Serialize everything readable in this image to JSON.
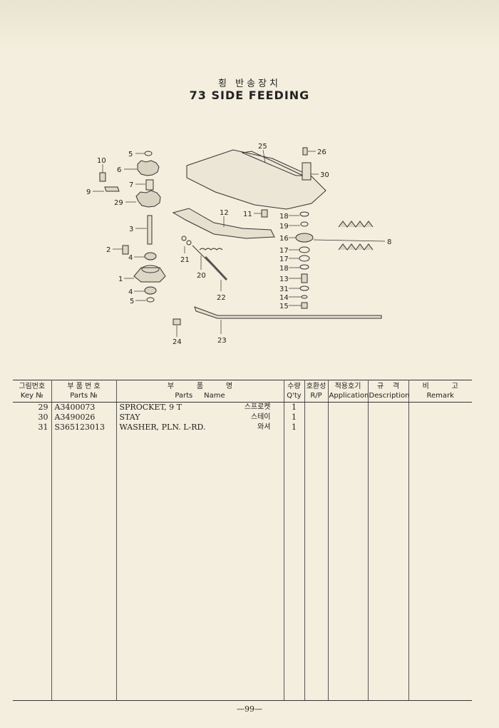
{
  "title": {
    "korean": "횡 반송장치",
    "english": "73 SIDE FEEDING"
  },
  "diagram": {
    "callouts": [
      "5",
      "6",
      "7",
      "9",
      "10",
      "29",
      "3",
      "2",
      "4",
      "1",
      "4",
      "5",
      "25",
      "26",
      "30",
      "12",
      "11",
      "18",
      "19",
      "16",
      "8",
      "17",
      "17",
      "18",
      "13",
      "31",
      "14",
      "15",
      "21",
      "20",
      "22",
      "23",
      "24"
    ]
  },
  "table": {
    "headers": {
      "key_kr": "그림번호",
      "key_en": "Key №",
      "partno_kr": "부 품 번 호",
      "partno_en": "Parts №",
      "name_kr": "부          품          명",
      "name_en": "Parts     Name",
      "qty_kr": "수량",
      "qty_en": "Q'ty",
      "rp_kr": "호환성",
      "rp_en": "R/P",
      "app_kr": "적용호기",
      "app_en": "Application",
      "desc_kr": "규    격",
      "desc_en": "Description",
      "remark_kr": "비          고",
      "remark_en": "Remark"
    },
    "rows": [
      {
        "key": "29",
        "part_no": "A3400073",
        "name": "SPROCKET, 9 T",
        "name_kr": "스프로켓",
        "qty": "1"
      },
      {
        "key": "30",
        "part_no": "A3490026",
        "name": "STAY",
        "name_kr": "스테이",
        "qty": "1"
      },
      {
        "key": "31",
        "part_no": "S365123013",
        "name": "WASHER, PLN. L-RD.",
        "name_kr": "와셔",
        "qty": "1"
      }
    ]
  },
  "page_number": "—99—"
}
